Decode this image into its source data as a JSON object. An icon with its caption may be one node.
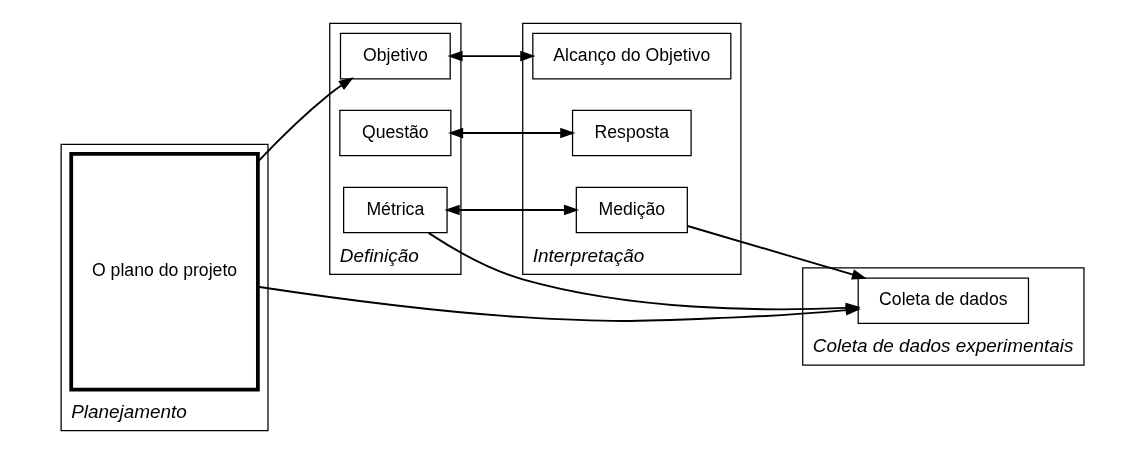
{
  "diagram": {
    "nodes": [
      {
        "text": [
          "Planejamento"
        ]
      },
      {
        "text": [
          "O plano do projeto"
        ],
        "in": 0
      },
      {
        "text": [
          "Definição"
        ]
      },
      {
        "text": [
          "Objetivo"
        ],
        "in": 2
      },
      {
        "text": [
          "Questão"
        ],
        "in": 2
      },
      {
        "text": [
          "Métrica"
        ],
        "in": 2
      },
      {
        "text": [
          "Interpretação"
        ]
      },
      {
        "text": [
          "Alcanço do Objetivo"
        ],
        "in": 6
      },
      {
        "text": [
          "Resposta"
        ],
        "in": 6
      },
      {
        "text": [
          "Medição"
        ],
        "in": 6
      },
      {
        "text": [
          "Coleta de dados experimentais"
        ]
      },
      {
        "text": [
          "Coleta de dados"
        ],
        "in": 10
      }
    ],
    "edges": [
      {
        "from": 1,
        "to": 3,
        "arrow": "to"
      },
      {
        "from": 3,
        "to": 7,
        "arrow": "both"
      },
      {
        "from": 4,
        "to": 8,
        "arrow": "both"
      },
      {
        "from": 5,
        "to": 9,
        "arrow": "both"
      },
      {
        "from": 5,
        "to": 11,
        "arrow": "to"
      },
      {
        "from": 9,
        "to": 11,
        "arrow": "to"
      },
      {
        "from": 1,
        "to": 11,
        "arrow": "to"
      }
    ]
  }
}
